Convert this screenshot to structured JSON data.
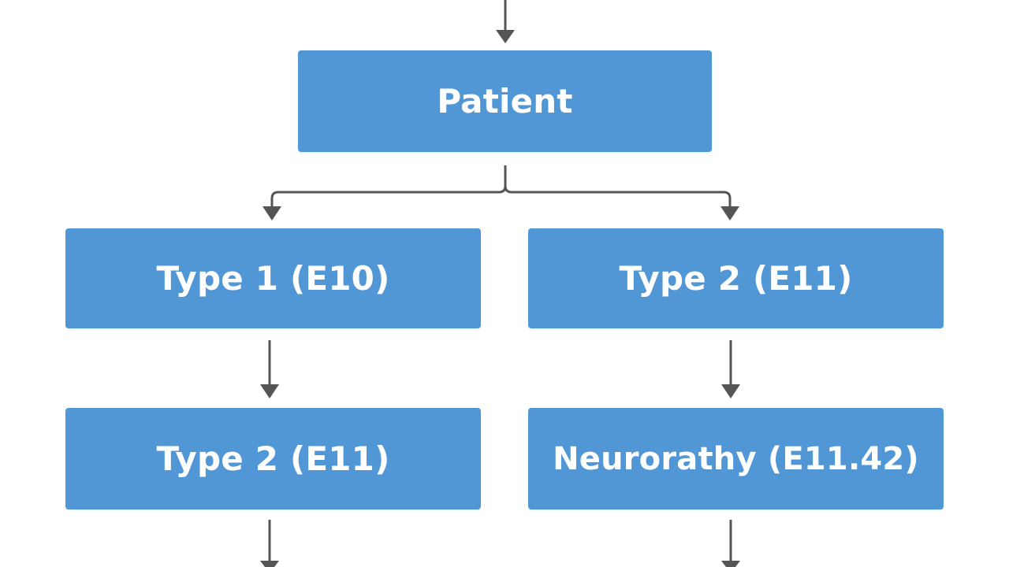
{
  "diagram": {
    "nodes": {
      "patient": "Patient",
      "type1": "Type 1 (E10)",
      "type2_right": "Type 2 (E11)",
      "type2_left": "Type 2 (E11)",
      "neuropathy": "Neurorathy (E11.42)"
    },
    "colors": {
      "node_fill": "#5197d6",
      "node_text": "#ffffff",
      "connector": "#555555"
    }
  }
}
